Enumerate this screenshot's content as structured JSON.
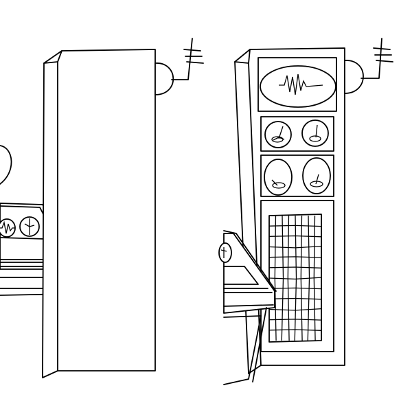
{
  "scene": {
    "style": "black-and-white line drawing",
    "stroke_color": "#000000",
    "background_color": "#ffffff"
  },
  "left_machine": {
    "tower": {
      "antenna": "antenna-icon",
      "side_dome": "dome"
    },
    "console": {
      "gauges": [
        "waveform-screen-icon",
        "dial-gauge-icon"
      ]
    }
  },
  "right_machine": {
    "oscilloscope": "waveform-screen-icon",
    "gauge_rows": [
      {
        "gauges": [
          "dial-gauge-icon",
          "dial-gauge-icon"
        ]
      },
      {
        "gauges": [
          "dial-gauge-icon",
          "dial-gauge-icon"
        ]
      }
    ],
    "grid_panel": {
      "rows": 12,
      "cols": 8
    }
  }
}
